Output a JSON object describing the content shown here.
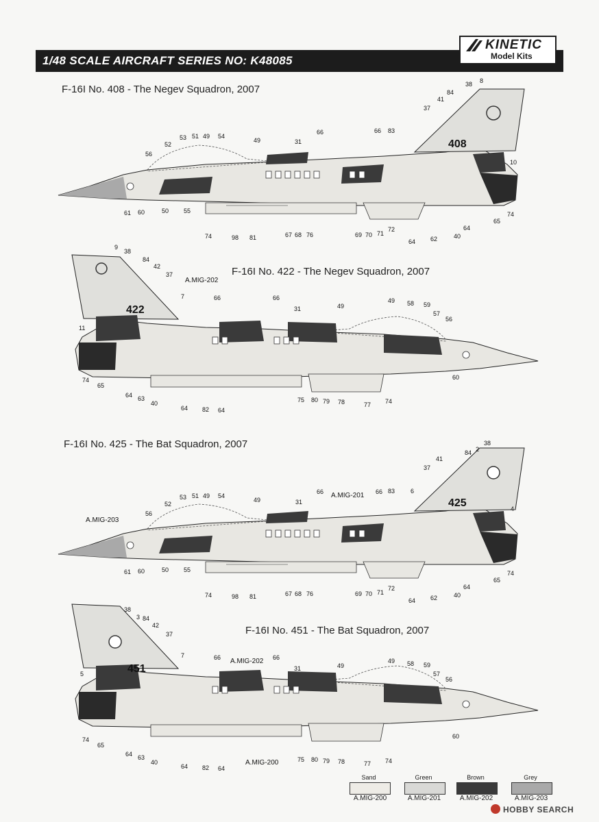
{
  "header": {
    "title": "1/48 SCALE AIRCRAFT SERIES NO: K48085",
    "brand": "KINETIC",
    "brand_sub": "Model Kits"
  },
  "profiles": [
    {
      "title": "F-16I No. 408 - The Negev Squadron, 2007",
      "tail_number": "408",
      "callouts": [
        "38",
        "8",
        "84",
        "41",
        "37",
        "66",
        "83",
        "66",
        "31",
        "49",
        "53",
        "51",
        "49",
        "54",
        "52",
        "56",
        "10",
        "61",
        "60",
        "50",
        "55",
        "74",
        "98",
        "81",
        "67",
        "68",
        "76",
        "69",
        "70",
        "71",
        "72",
        "64",
        "62",
        "40",
        "64",
        "65",
        "74"
      ]
    },
    {
      "title": "F-16I No. 422 - The Negev Squadron, 2007",
      "tail_number": "422",
      "paint_label": "A.MIG-202",
      "callouts": [
        "9",
        "38",
        "84",
        "42",
        "37",
        "7",
        "66",
        "66",
        "31",
        "49",
        "49",
        "58",
        "59",
        "57",
        "56",
        "11",
        "74",
        "65",
        "64",
        "63",
        "40",
        "64",
        "82",
        "64",
        "75",
        "80",
        "79",
        "78",
        "77",
        "74",
        "60"
      ]
    },
    {
      "title": "F-16I No. 425 - The Bat Squadron, 2007",
      "tail_number": "425",
      "paint_labels": [
        "A.MIG-203",
        "A.MIG-201"
      ],
      "callouts": [
        "38",
        "2",
        "84",
        "41",
        "37",
        "6",
        "4",
        "66",
        "66",
        "83",
        "31",
        "49",
        "53",
        "51",
        "49",
        "54",
        "52",
        "56",
        "61",
        "60",
        "50",
        "55",
        "74",
        "98",
        "81",
        "67",
        "68",
        "76",
        "69",
        "70",
        "71",
        "72",
        "64",
        "62",
        "40",
        "64",
        "65",
        "74"
      ]
    },
    {
      "title": "F-16I No. 451 - The Bat Squadron, 2007",
      "tail_number": "451",
      "paint_labels": [
        "A.MIG-202",
        "A.MIG-200"
      ],
      "callouts": [
        "38",
        "3",
        "84",
        "42",
        "37",
        "5",
        "7",
        "66",
        "66",
        "31",
        "49",
        "49",
        "58",
        "59",
        "57",
        "56",
        "74",
        "65",
        "64",
        "63",
        "40",
        "64",
        "82",
        "64",
        "75",
        "80",
        "79",
        "78",
        "77",
        "74",
        "60"
      ]
    }
  ],
  "legend": [
    {
      "name": "Sand",
      "code": "A.MIG-200",
      "color": "#eeece6"
    },
    {
      "name": "Green",
      "code": "A.MIG-201",
      "color": "#d9d9d6"
    },
    {
      "name": "Brown",
      "code": "A.MIG-202",
      "color": "#3a3a3a"
    },
    {
      "name": "Grey",
      "code": "A.MIG-203",
      "color": "#a9a9a9"
    }
  ],
  "watermark": "HOBBY SEARCH"
}
